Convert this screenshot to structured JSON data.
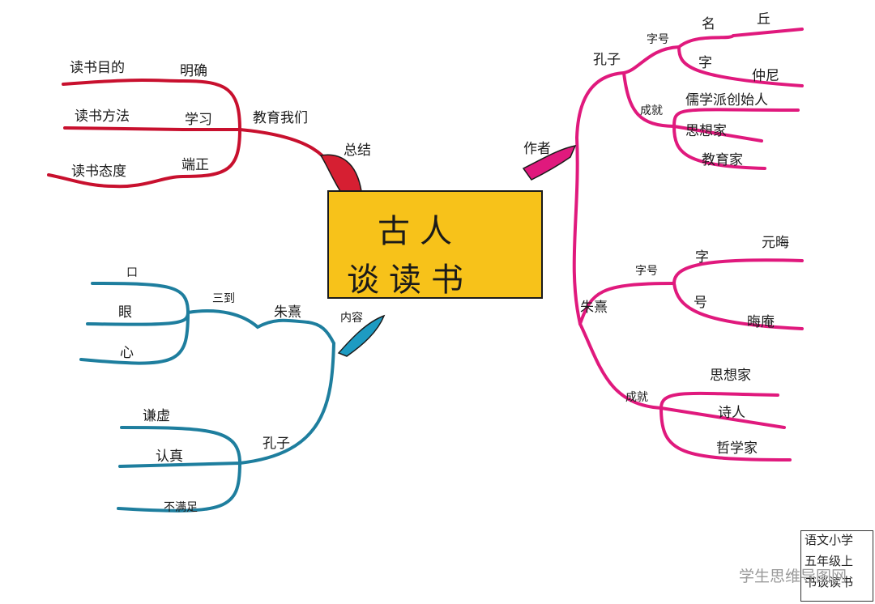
{
  "center": {
    "line1": "古人",
    "line2": "谈读书"
  },
  "summary": {
    "tag": "总结",
    "hub": "教育我们",
    "items": [
      {
        "key": "明确",
        "leaf": "读书目的"
      },
      {
        "key": "学习",
        "leaf": "读书方法"
      },
      {
        "key": "端正",
        "leaf": "读书态度"
      }
    ]
  },
  "author": {
    "tag": "作者",
    "kongzi": {
      "name": "孔子",
      "zihao": "字号",
      "ming": "名",
      "ming_val": "丘",
      "zi": "字",
      "zi_val": "仲尼",
      "chengjiu": "成就",
      "achievements": [
        "儒学派创始人",
        "思想家",
        "教育家"
      ]
    },
    "zhuxi": {
      "name": "朱熹",
      "zihao": "字号",
      "zi": "字",
      "zi_val": "元晦",
      "hao": "号",
      "hao_val": "晦庵",
      "chengjiu": "成就",
      "achievements": [
        "思想家",
        "诗人",
        "哲学家"
      ]
    }
  },
  "content": {
    "tag": "内容",
    "zhuxi": {
      "name": "朱熹",
      "sub": "三到",
      "leaves": [
        "口",
        "眼",
        "心"
      ]
    },
    "kongzi": {
      "name": "孔子",
      "leaves": [
        "谦虚",
        "认真",
        "不满足"
      ]
    }
  },
  "note": {
    "lines": [
      "语文小学",
      "五年级上",
      "书谈读书"
    ]
  },
  "watermark": "学生思维导图网",
  "colors": {
    "summary": "#c8102e",
    "author": "#e0197d",
    "content": "#1e7e9e",
    "center": "#f7c21a"
  }
}
